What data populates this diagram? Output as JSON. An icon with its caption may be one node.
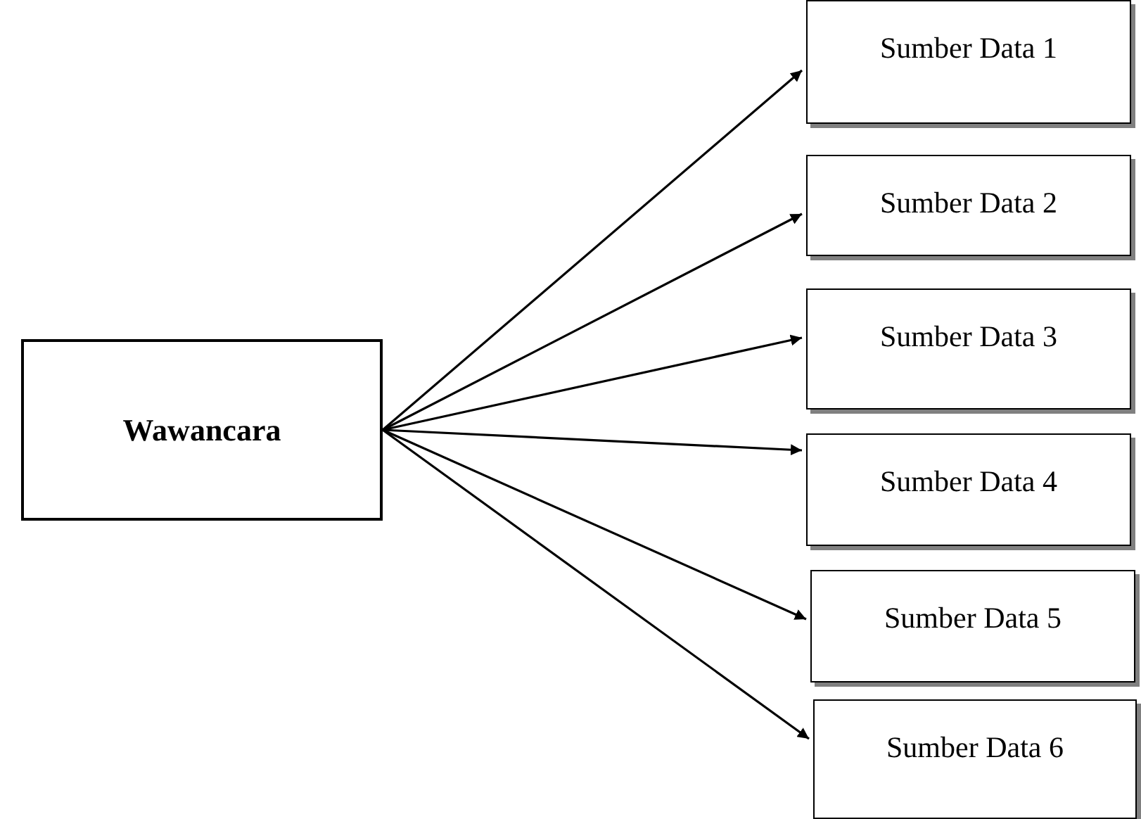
{
  "diagram": {
    "nodes": [
      {
        "text": [
          "Wawancara"
        ]
      },
      {
        "text": [
          "Sumber Data 1"
        ]
      },
      {
        "text": [
          "Sumber Data 2"
        ]
      },
      {
        "text": [
          "Sumber Data 3"
        ]
      },
      {
        "text": [
          "Sumber Data 4"
        ]
      },
      {
        "text": [
          "Sumber Data 5"
        ]
      },
      {
        "text": [
          "Sumber Data 6"
        ]
      }
    ],
    "edges": [
      {
        "from": 0,
        "to": 1,
        "arrow": "to"
      },
      {
        "from": 0,
        "to": 2,
        "arrow": "to"
      },
      {
        "from": 0,
        "to": 3,
        "arrow": "to"
      },
      {
        "from": 0,
        "to": 4,
        "arrow": "to"
      },
      {
        "from": 0,
        "to": 5,
        "arrow": "to"
      },
      {
        "from": 0,
        "to": 6,
        "arrow": "to"
      }
    ]
  }
}
